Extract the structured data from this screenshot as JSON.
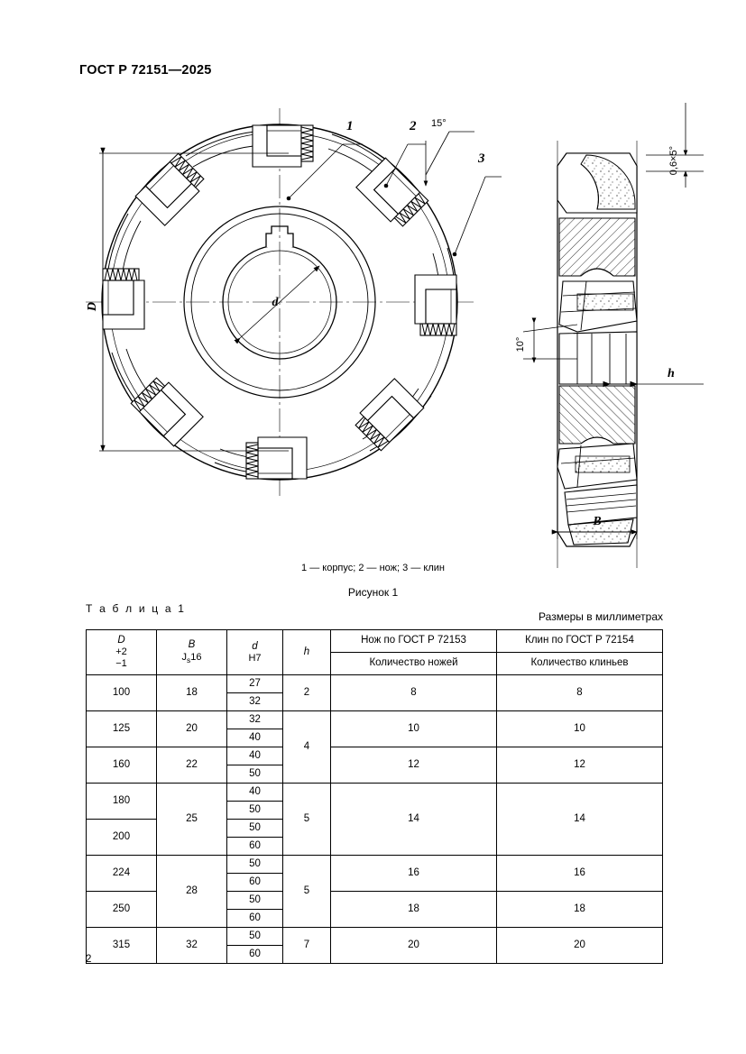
{
  "document": {
    "standard_number": "ГОСТ Р 72151—2025",
    "page_number": "2"
  },
  "figure": {
    "legend_parts": "1 — корпус; 2 — нож; 3 — клин",
    "caption": "Рисунок 1",
    "callouts": {
      "one": "1",
      "two": "2",
      "three": "3"
    },
    "dimensions": {
      "outer_diameter": "D",
      "bore_diameter": "d",
      "width": "B",
      "height": "h",
      "angle_rake": "15°",
      "angle_clearance": "10°",
      "chamfer": "0,6×5°"
    }
  },
  "table": {
    "title": "Т а б л и ц а  1",
    "units_note": "Размеры в миллиметрах",
    "headers": {
      "d_outer": "D",
      "d_outer_tol_plus": "+2",
      "d_outer_tol_minus": "−1",
      "b_width": "B",
      "b_tol": "16",
      "b_tol_prefix": "J",
      "b_tol_sub": "s",
      "d_bore": "d",
      "d_bore_fit": "H7",
      "h_height": "h",
      "knife_group": "Нож по ГОСТ Р 72153",
      "wedge_group": "Клин по ГОСТ Р 72154",
      "knife_count": "Количество ножей",
      "wedge_count": "Количество клиньев"
    },
    "rows": [
      {
        "D": "100",
        "B": "18",
        "B_span": 1,
        "d_values": [
          "27",
          "32"
        ],
        "h": "2",
        "h_span": 2,
        "knives": "8",
        "wedges": "8",
        "count_span": 2,
        "D_span": 2
      },
      {
        "D": "125",
        "B": "20",
        "B_span": 1,
        "d_values": [
          "32",
          "40"
        ],
        "h": "4",
        "h_span": 4,
        "knives": "10",
        "wedges": "10",
        "count_span": 2,
        "D_span": 2
      },
      {
        "D": "160",
        "B": "22",
        "B_span": 1,
        "d_values": [
          "40",
          "50"
        ],
        "h": null,
        "h_span": 0,
        "knives": "12",
        "wedges": "12",
        "count_span": 2,
        "D_span": 2
      },
      {
        "D": "180",
        "B": "25",
        "B_span": 2,
        "d_values": [
          "40",
          "50"
        ],
        "h": "5",
        "h_span": 4,
        "knives": "14",
        "wedges": "14",
        "count_span": 4,
        "D_span": 2
      },
      {
        "D": "200",
        "B": null,
        "B_span": 0,
        "d_values": [
          "50",
          "60"
        ],
        "h": null,
        "h_span": 0,
        "knives": null,
        "wedges": null,
        "count_span": 0,
        "D_span": 2
      },
      {
        "D": "224",
        "B": "28",
        "B_span": 2,
        "d_values": [
          "50",
          "60"
        ],
        "h": "5",
        "h_span": 4,
        "knives": "16",
        "wedges": "16",
        "count_span": 2,
        "D_span": 2
      },
      {
        "D": "250",
        "B": null,
        "B_span": 0,
        "d_values": [
          "50",
          "60"
        ],
        "h": null,
        "h_span": 0,
        "knives": "18",
        "wedges": "18",
        "count_span": 2,
        "D_span": 2
      },
      {
        "D": "315",
        "B": "32",
        "B_span": 1,
        "d_values": [
          "50",
          "60"
        ],
        "h": "7",
        "h_span": 2,
        "knives": "20",
        "wedges": "20",
        "count_span": 2,
        "D_span": 2
      }
    ]
  }
}
